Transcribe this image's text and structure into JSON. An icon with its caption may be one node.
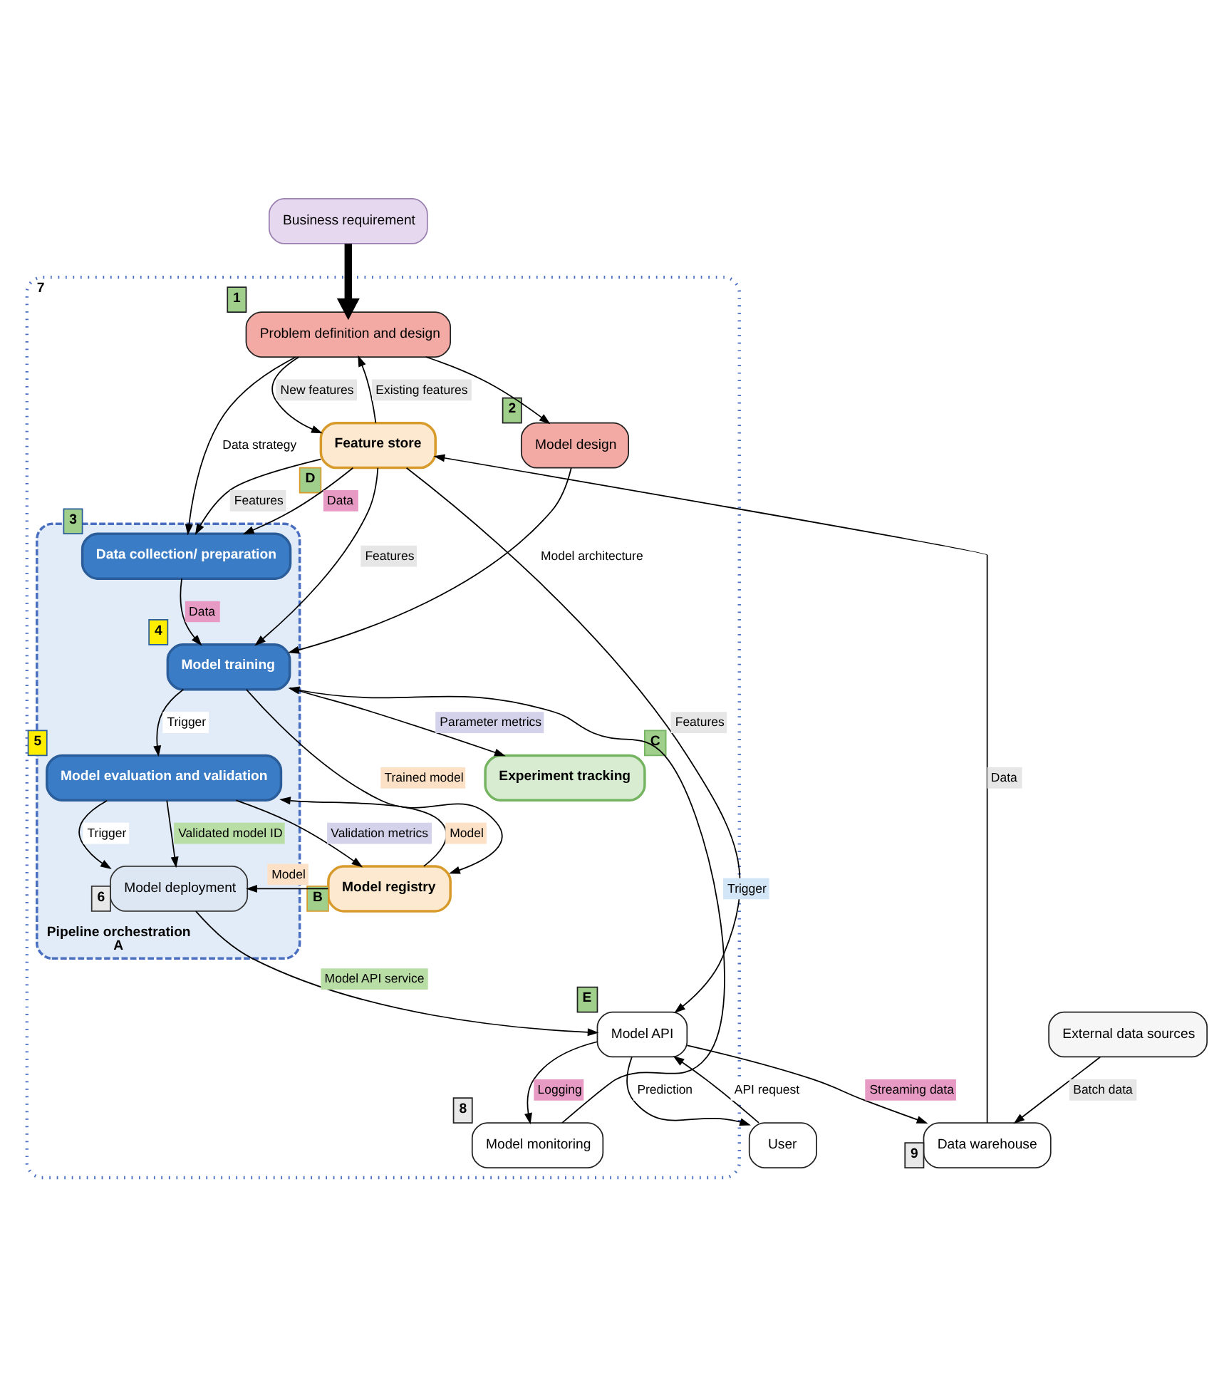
{
  "diagram": {
    "nodes": [
      {
        "text": [
          "Business requirement"
        ]
      },
      {
        "text": [],
        "shape": "box",
        "beside": [
          "7"
        ]
      },
      {
        "text": [
          "Problem definition and design"
        ],
        "in": 1,
        "beside": [
          "1"
        ]
      },
      {
        "text": [
          "Model design"
        ],
        "in": 1,
        "beside": [
          "2"
        ]
      },
      {
        "text": [
          "Feature store"
        ],
        "in": 1,
        "beside": [
          "D"
        ]
      },
      {
        "text": [
          "Pipeline orchestration"
        ],
        "in": 1,
        "beside": [
          "A"
        ]
      },
      {
        "text": [
          "Data collection/ preparation"
        ],
        "in": 5,
        "beside": [
          "3"
        ]
      },
      {
        "text": [
          "Model training"
        ],
        "in": 5,
        "beside": [
          "4"
        ]
      },
      {
        "text": [
          "Experiment tracking"
        ],
        "in": 1,
        "beside": [
          "C"
        ]
      },
      {
        "text": [
          "Model evaluation and validation"
        ],
        "in": 5,
        "beside": [
          "5"
        ]
      },
      {
        "text": [
          "Model registry"
        ],
        "in": 1,
        "beside": [
          "B"
        ]
      },
      {
        "text": [
          "Model deployment"
        ],
        "in": 5,
        "beside": [
          "6"
        ]
      },
      {
        "text": [
          "Model monitoring"
        ],
        "in": 1,
        "beside": [
          "8"
        ]
      },
      {
        "text": [
          "Model API"
        ],
        "in": 1,
        "beside": [
          "E"
        ]
      },
      {
        "text": [
          "External data sources"
        ]
      },
      {
        "text": [
          "Data warehouse"
        ],
        "beside": [
          "9"
        ]
      },
      {
        "text": [
          "User"
        ]
      }
    ],
    "edges": [
      {
        "from": 0,
        "to": 2,
        "arrow": "to",
        "style": "thick"
      },
      {
        "from": 2,
        "to": 3,
        "arrow": "to"
      },
      {
        "from": 4,
        "to": 2,
        "label": "Existing features",
        "arrow": "to"
      },
      {
        "from": 2,
        "to": 4,
        "label": "New features",
        "arrow": "to"
      },
      {
        "from": 2,
        "to": 6,
        "label": "Data strategy",
        "arrow": "to"
      },
      {
        "from": 3,
        "to": 7,
        "label": "Model architecture",
        "arrow": "to"
      },
      {
        "from": 4,
        "to": 6,
        "label": "Features",
        "arrow": "to"
      },
      {
        "from": 4,
        "to": 6,
        "label": "Data",
        "arrow": "to"
      },
      {
        "from": 6,
        "to": 7,
        "label": "Data",
        "arrow": "to"
      },
      {
        "from": 4,
        "to": 7,
        "label": "Features",
        "arrow": "to"
      },
      {
        "from": 12,
        "to": 7,
        "label": "Trigger",
        "arrow": "to"
      },
      {
        "from": 7,
        "to": 8,
        "label": "Parameter metrics",
        "arrow": "to"
      },
      {
        "from": 7,
        "to": 10,
        "label": "Trained model",
        "arrow": "to"
      },
      {
        "from": 7,
        "to": 9,
        "label": "Trigger",
        "arrow": "to"
      },
      {
        "from": 9,
        "to": 10,
        "label": "Validation metrics",
        "arrow": "to"
      },
      {
        "from": 10,
        "to": 9,
        "label": "Model",
        "arrow": "to"
      },
      {
        "from": 9,
        "to": 11,
        "label": "Trigger",
        "arrow": "to"
      },
      {
        "from": 9,
        "to": 11,
        "label": "Validated model ID",
        "arrow": "to"
      },
      {
        "from": 10,
        "to": 11,
        "label": "Model",
        "arrow": "to"
      },
      {
        "from": 11,
        "to": 13,
        "label": "Model API service",
        "arrow": "to"
      },
      {
        "from": 4,
        "to": 13,
        "label": "Features",
        "arrow": "to"
      },
      {
        "from": 13,
        "to": 12,
        "label": "Logging",
        "arrow": "to"
      },
      {
        "from": 13,
        "to": 15,
        "label": "Streaming data",
        "arrow": "to"
      },
      {
        "from": 14,
        "to": 15,
        "label": "Batch data",
        "arrow": "to"
      },
      {
        "from": 15,
        "to": 4,
        "label": "Data",
        "arrow": "to"
      },
      {
        "from": 16,
        "to": 13,
        "label": "API request",
        "arrow": "to"
      },
      {
        "from": 13,
        "to": 16,
        "label": "Prediction",
        "arrow": "to"
      }
    ]
  }
}
